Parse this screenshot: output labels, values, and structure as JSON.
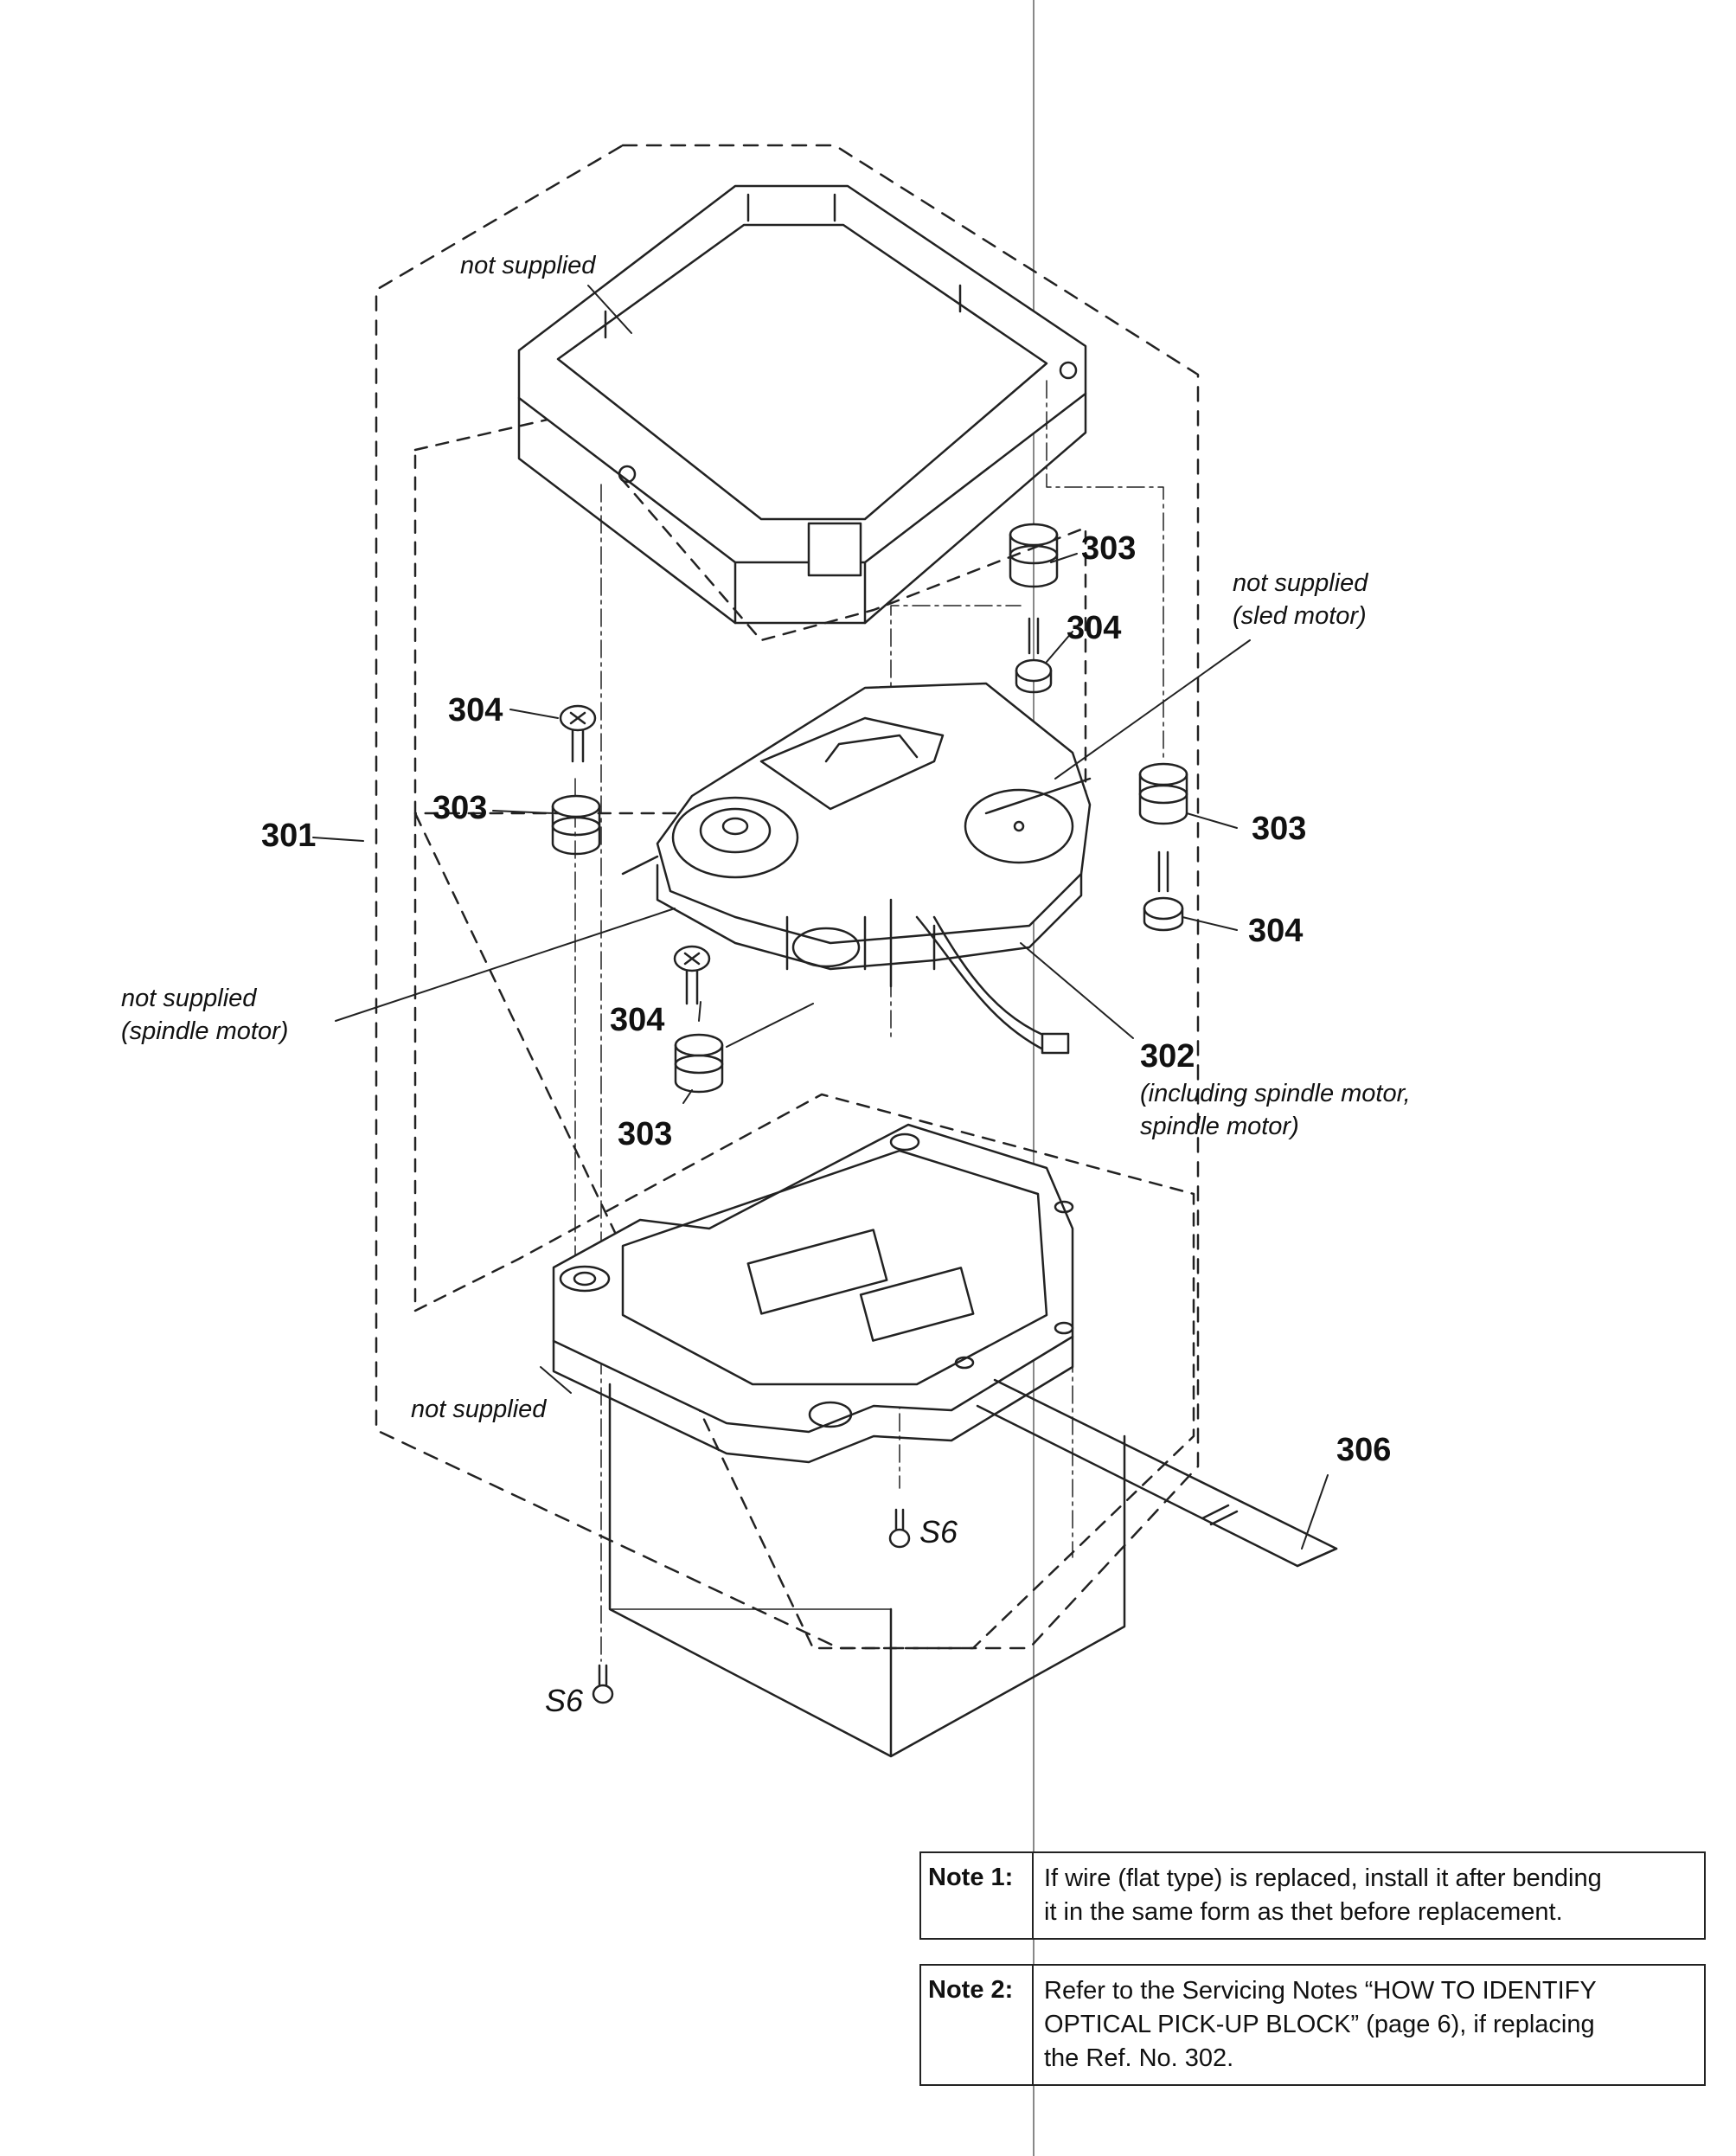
{
  "labels": {
    "ref_301": "301",
    "ref_302": "302",
    "ref_303_a": "303",
    "ref_303_b": "303",
    "ref_303_c": "303",
    "ref_303_d": "303",
    "ref_304_a": "304",
    "ref_304_b": "304",
    "ref_304_c": "304",
    "ref_304_d": "304",
    "ref_306": "306",
    "not_supplied_top": "not supplied",
    "not_supplied_bottom": "not supplied",
    "sled_motor": [
      "not supplied",
      "(sled motor)"
    ],
    "spindle_motor": [
      "not supplied",
      "(spindle motor)"
    ],
    "ref_302_caption": [
      "(including spindle motor,",
      "spindle motor)"
    ],
    "screw_a": "S6",
    "screw_b": "S6"
  },
  "notes": [
    {
      "label": "Note 1:",
      "lines": [
        "If wire (flat type) is replaced, install it after bending",
        "it in the same form as thet before replacement."
      ]
    },
    {
      "label": "Note 2:",
      "lines": [
        "Refer to the Servicing Notes “HOW TO IDENTIFY",
        "OPTICAL PICK-UP BLOCK” (page 6), if replacing",
        "the Ref. No. 302."
      ]
    }
  ]
}
